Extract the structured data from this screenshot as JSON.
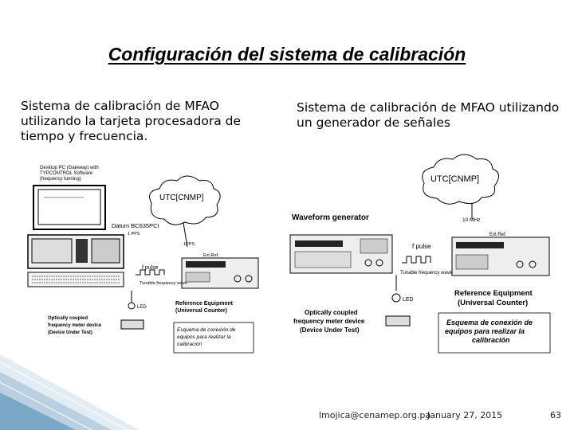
{
  "slide": {
    "title": "Configuración del sistema de calibración",
    "left_text": "Sistema de calibración de MFAO utilizando la tarjeta procesadora de tiempo y frecuencia.",
    "right_text": "Sistema de calibración de MFAO utilizando un generador de señales",
    "footer": {
      "email": "lmojica@cenamep.org.pa",
      "date": "January 27, 2015",
      "page": "63"
    }
  },
  "left_diagram": {
    "pc_label": "Desktop PC (Gateway) with TYPCONTROL Software (frequency tunning)",
    "card_label": "Datum BC635PCI",
    "pulse_label": "1 PPS",
    "ref_out_label": "1PPS",
    "cloud_label": "UTC[CNMP]",
    "counter_ports": "Ext.Ref.",
    "pulse_sym": "f pulse",
    "tunable_label": "Tunable frequency wave",
    "led_label": "LED",
    "dut_label": "Optically coupled frequency meter device (Device Under Test)",
    "ref_label": "Reference Equipment (Universal Counter)",
    "caption": "Esquema de conexión de equipos para realizar la calibración"
  },
  "right_diagram": {
    "cloud_label": "UTC[CNMP]",
    "generator_label": "Waveform generator",
    "mhz_label": "10 MHz",
    "counter_ports": "Ext.Ref.",
    "pulse_sym": "f pulse",
    "tunable_label": "Tunable frequency wave",
    "led_label": "LED",
    "ref_label": "Reference Equipment (Universal Counter)",
    "dut_label": "Optically coupled frequency meter device (Device Under Test)",
    "caption": "Esquema de conexión de equipos para realizar la calibración"
  },
  "colors": {
    "accent_blue": "#4b86b4",
    "light_blue": "#c9dcea"
  }
}
